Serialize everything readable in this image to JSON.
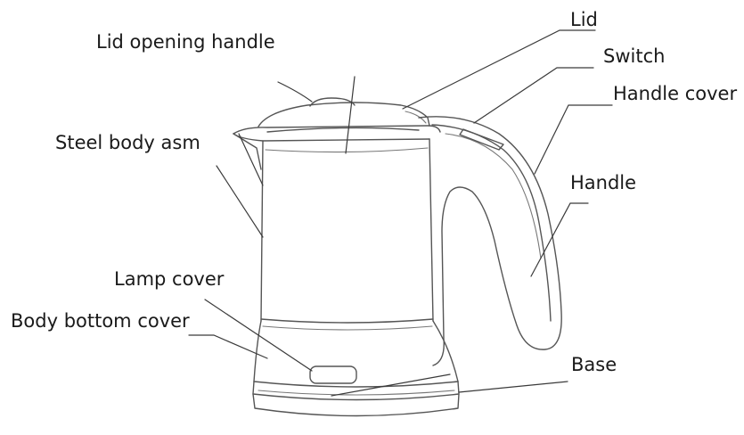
{
  "labels": {
    "lid": "Lid",
    "switch": "Switch",
    "handle_cover": "Handle cover",
    "handle": "Handle",
    "lid_opening_handle": "Lid opening handle",
    "steel_body_asm": "Steel body asm",
    "lamp_cover": "Lamp cover",
    "body_bottom_cover": "Body bottom cover",
    "base": "Base"
  }
}
